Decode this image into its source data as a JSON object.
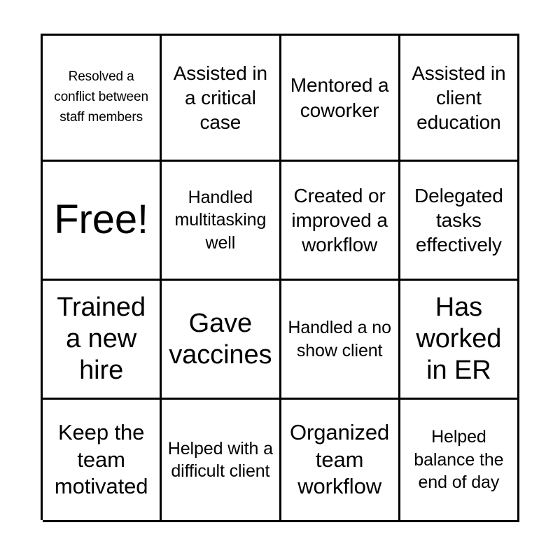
{
  "card": {
    "type": "bingo-card",
    "rows": 4,
    "columns": 4,
    "border_color": "#000000",
    "background_color": "#ffffff",
    "text_color": "#000000",
    "free_space_index": 4,
    "cells": [
      {
        "text": "Resolved a conflict between staff members",
        "size": "xs",
        "free": false
      },
      {
        "text": "Assisted in a critical case",
        "size": "md",
        "free": false
      },
      {
        "text": "Mentored a coworker",
        "size": "md",
        "free": false
      },
      {
        "text": "Assisted in client education",
        "size": "md",
        "free": false
      },
      {
        "text": "Free!",
        "size": "free",
        "free": true
      },
      {
        "text": "Handled multitasking well",
        "size": "sm",
        "free": false
      },
      {
        "text": "Created or improved a workflow",
        "size": "md",
        "free": false
      },
      {
        "text": "Delegated tasks effectively",
        "size": "md",
        "free": false
      },
      {
        "text": "Trained a new hire",
        "size": "xl",
        "free": false
      },
      {
        "text": "Gave vaccines",
        "size": "xl",
        "free": false
      },
      {
        "text": "Handled a no show client",
        "size": "sm",
        "free": false
      },
      {
        "text": "Has worked in ER",
        "size": "xl",
        "free": false
      },
      {
        "text": "Keep the team motivated",
        "size": "lg",
        "free": false
      },
      {
        "text": "Helped with a difficult client",
        "size": "sm",
        "free": false
      },
      {
        "text": "Organized team workflow",
        "size": "lg",
        "free": false
      },
      {
        "text": "Helped balance the end of day",
        "size": "sm",
        "free": false
      }
    ]
  }
}
